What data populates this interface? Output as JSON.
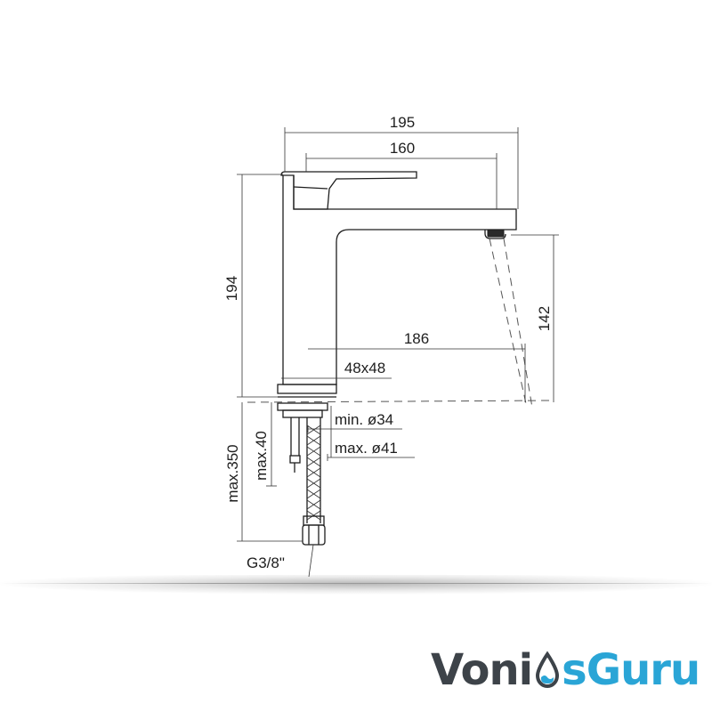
{
  "dimensions": {
    "total_length": "195",
    "spout_reach": "160",
    "height": "194",
    "spout_height": "142",
    "water_reach": "186",
    "base_size": "48x48",
    "hole_min": "min. ø34",
    "hole_max": "max. ø41",
    "max_deck": "max.40",
    "max_hose": "max.350",
    "thread": "G3/8\""
  },
  "logo": {
    "part1": "Voni",
    "part2": "sGuru",
    "icon": "water-drop-icon",
    "colors": {
      "dark": "#3d4349",
      "accent": "#2aa5d6"
    }
  }
}
